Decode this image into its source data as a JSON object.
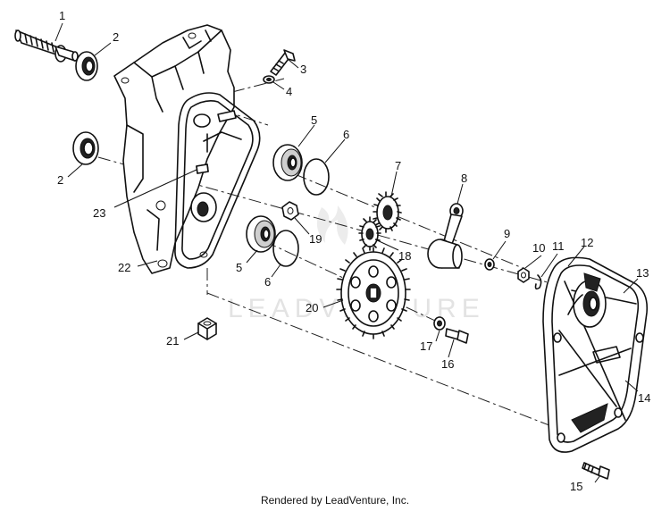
{
  "labels": {
    "p1": "1",
    "p2a": "2",
    "p2b": "2",
    "p3": "3",
    "p4": "4",
    "p5a": "5",
    "p5b": "5",
    "p6a": "6",
    "p6b": "6",
    "p7": "7",
    "p8": "8",
    "p9": "9",
    "p10": "10",
    "p11": "11",
    "p12": "12",
    "p13": "13",
    "p14": "14",
    "p15": "15",
    "p16": "16",
    "p17": "17",
    "p18": "18",
    "p19": "19",
    "p20": "20",
    "p21": "21",
    "p22": "22",
    "p23": "23"
  },
  "watermark": "LEADVENTURE",
  "footer": "Rendered by LeadVenture, Inc."
}
